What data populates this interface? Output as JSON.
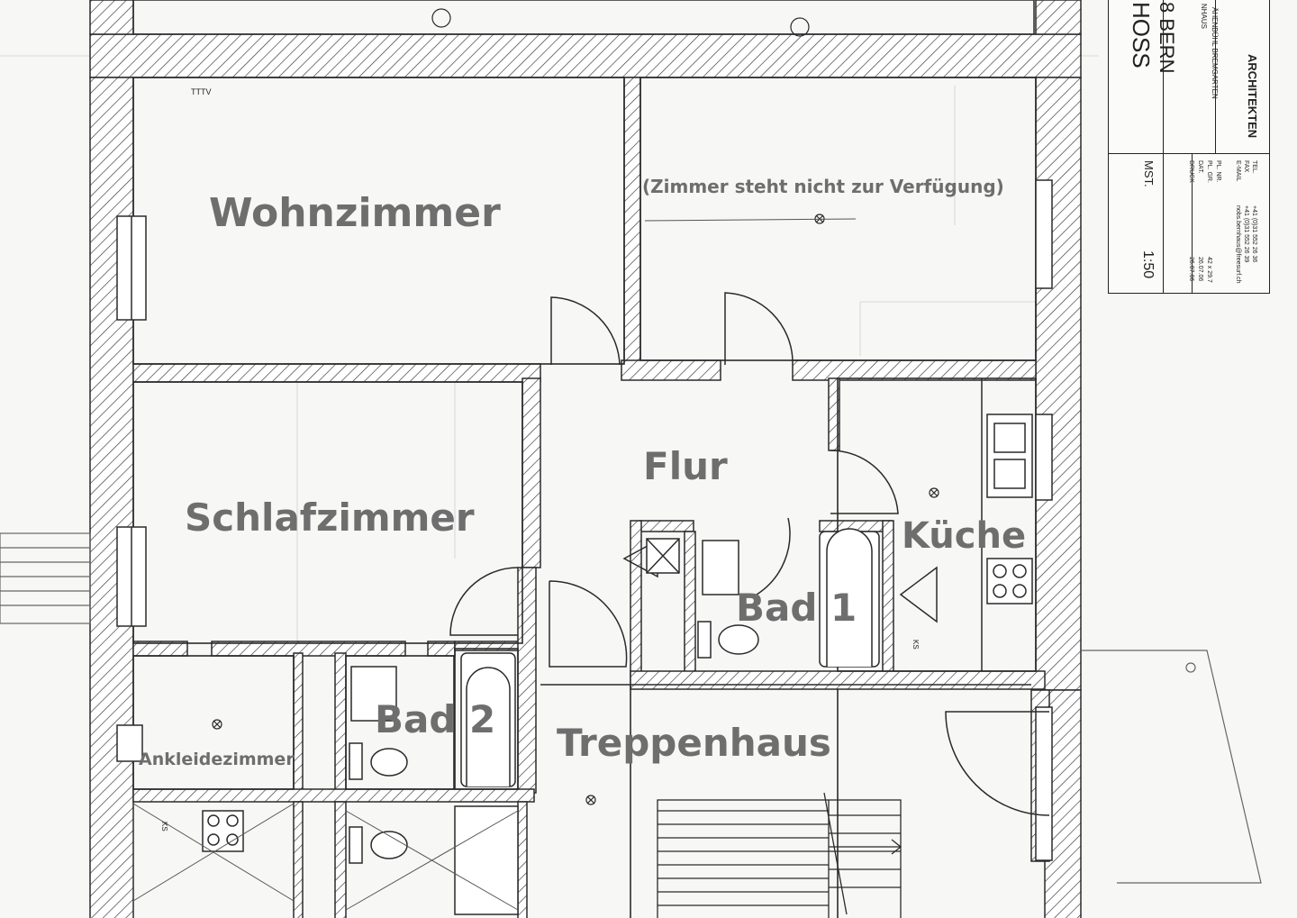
{
  "rooms": {
    "wohnzimmer": "Wohnzimmer",
    "unavailable": "(Zimmer steht nicht zur Verfügung)",
    "flur": "Flur",
    "schlafzimmer": "Schlafzimmer",
    "kueche": "Küche",
    "bad1": "Bad 1",
    "bad2": "Bad 2",
    "ankleidezimmer": "Ankleidezimmer",
    "treppenhaus": "Treppenhaus"
  },
  "title_block": {
    "firm": "ARCHITEKTEN",
    "address_partial": "ÄHENBÜHL BREMGARTEN",
    "project_line1": "HOSS",
    "project_line2": "8 BERN",
    "project_line3": "NHAUS",
    "contact_labels": [
      "TEL.",
      "FAX",
      "E-MAIL"
    ],
    "contact_values": [
      "+41 (0)31 552 26 36",
      "+41 (0)31 552 26 39",
      "nobs.bernhaus@freesurf.ch"
    ],
    "meta_labels": [
      "PL. NR.",
      "PL. GR.",
      "DAT.",
      "DRUCK"
    ],
    "meta_values": [
      "",
      "42 x 29.7",
      "26.07.06",
      "26.07.06"
    ],
    "scale_label": "MST.",
    "scale_value": "1:50"
  },
  "fixtures": {
    "tv_label": "TTTV",
    "ks_label": "KS"
  },
  "colors": {
    "wall_line": "#2a2a2a",
    "room_label": "#6e6e6e",
    "paper": "#f7f7f5"
  }
}
